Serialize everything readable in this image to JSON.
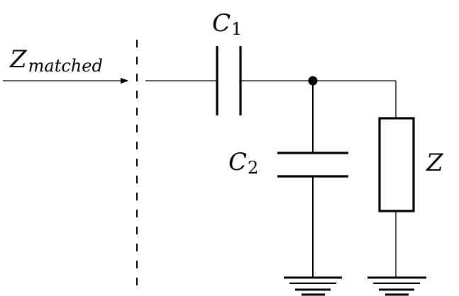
{
  "diagram": {
    "type": "circuit",
    "description_labels": {
      "input": {
        "main": "Z",
        "subscript": "matched"
      },
      "c1": {
        "main": "C",
        "subscript": "1"
      },
      "c2": {
        "main": "C",
        "subscript": "2"
      },
      "load": {
        "main": "Z"
      }
    },
    "components": [
      {
        "id": "C1",
        "kind": "capacitor",
        "orientation": "series"
      },
      {
        "id": "C2",
        "kind": "capacitor",
        "orientation": "shunt"
      },
      {
        "id": "Z",
        "kind": "impedance",
        "orientation": "shunt"
      },
      {
        "id": "GND1",
        "kind": "ground"
      },
      {
        "id": "GND2",
        "kind": "ground"
      }
    ],
    "colors": {
      "stroke": "#000000",
      "background": "#ffffff"
    }
  }
}
